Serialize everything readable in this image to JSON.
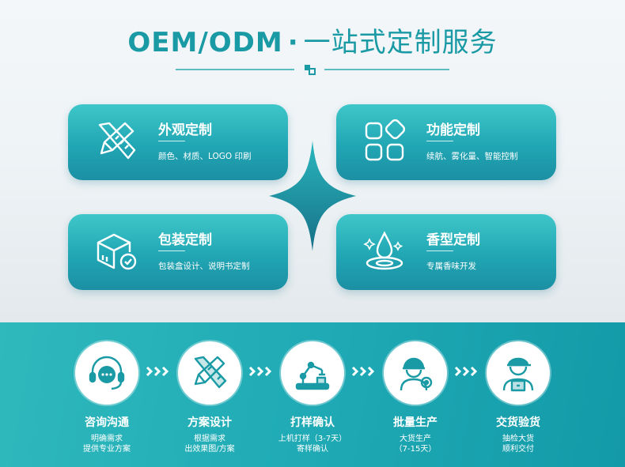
{
  "header": {
    "title_en": "OEM/ODM",
    "title_sep": "·",
    "title_zh": "一站式定制服务"
  },
  "services": [
    {
      "title": "外观定制",
      "desc": "颜色、材质、LOGO 印刷",
      "icon": "pencil-ruler-icon"
    },
    {
      "title": "功能定制",
      "desc": "续航、雾化量、智能控制",
      "icon": "grid-blocks-icon"
    },
    {
      "title": "包装定制",
      "desc": "包装盒设计、说明书定制",
      "icon": "package-box-icon"
    },
    {
      "title": "香型定制",
      "desc": "专属香味开发",
      "icon": "water-drop-icon"
    }
  ],
  "process": [
    {
      "name": "咨询沟通",
      "line1": "明确需求",
      "line2": "提供专业方案",
      "icon": "chat-headset-icon"
    },
    {
      "name": "方案设计",
      "line1": "根据需求",
      "line2": "出效果图/方案",
      "icon": "design-tools-icon"
    },
    {
      "name": "打样确认",
      "line1": "上机打样（3-7天）",
      "line2": "寄样确认",
      "icon": "robot-arm-icon"
    },
    {
      "name": "批量生产",
      "line1": "大货生产",
      "line2": "（7-15天）",
      "icon": "factory-worker-icon"
    },
    {
      "name": "交货验货",
      "line1": "抽检大货",
      "line2": "顺利交付",
      "icon": "delivery-person-icon"
    }
  ],
  "colors": {
    "accent": "#1a9aa5",
    "card_top": "#3ec7c9",
    "card_bottom": "#1b8fa3",
    "band": "#1faab5"
  }
}
